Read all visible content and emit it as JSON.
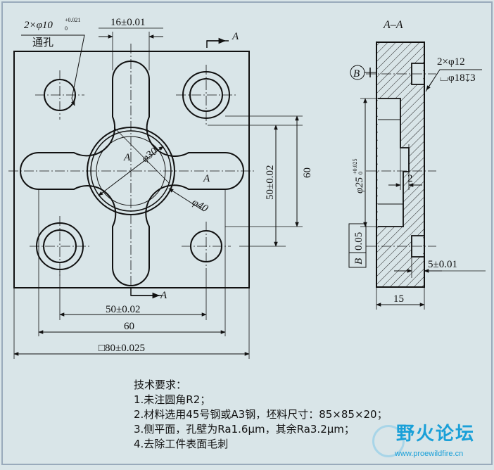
{
  "colors": {
    "paper": "#d9e5e8",
    "ink": "#111111",
    "hatch": "#222222",
    "watermark": "#1aa0d8"
  },
  "plan_view": {
    "hole_callout_top": "2×φ10",
    "hole_callout_sup": "+0.021",
    "hole_callout_sub": "0",
    "hole_callout_through": "通孔",
    "dim_slot_width": "16±0.01",
    "dim_inner_circle": "φ30",
    "dim_outer_circle": "φ40",
    "dim_center_span_v": "50±0.02",
    "dim_height_60": "60",
    "dim_center_span_h": "50±0.02",
    "dim_width_60": "60",
    "dim_overall": "□80±0.025",
    "section_mark": "A",
    "label_A_center": "A",
    "label_A_right": "A"
  },
  "section_view": {
    "title": "A–A",
    "counterbore_top": "2×φ12",
    "counterbore_bottom": "⌴φ18↧3",
    "datum_label": "B",
    "dim_bore": "φ25",
    "dim_bore_sup": "+0.025",
    "dim_bore_sub": "0",
    "dim_step": "2",
    "dim_flatness": "0.05",
    "dim_flatness_datum": "B",
    "dim_depth": "5±0.01",
    "dim_thickness": "15"
  },
  "requirements": {
    "title": "技术要求：",
    "item1": "1.未注圆角R2；",
    "item2": "2.材料选用45号钢或A3钢，坯料尺寸：85×85×20；",
    "item3": "3.侧平面，孔壁为Ra1.6μm，其余Ra3.2μm；",
    "item4": "4.去除工件表面毛刺"
  },
  "watermark": {
    "title": "野火论坛",
    "url": "www.proewildfire.cn"
  }
}
